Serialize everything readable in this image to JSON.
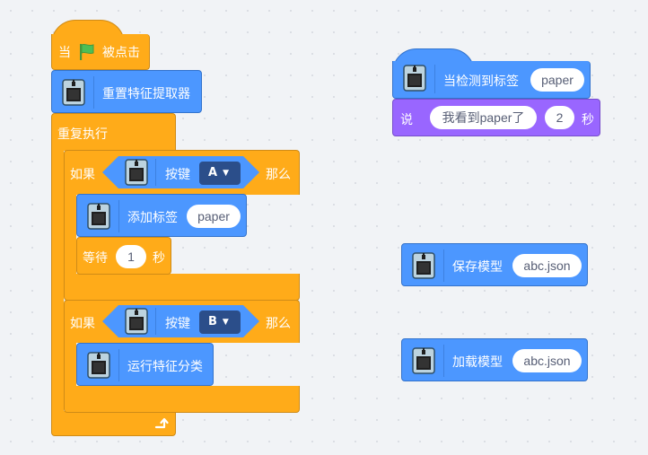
{
  "script_main": {
    "when_flag": {
      "prefix": "当",
      "suffix": "被点击",
      "flag_icon": "green-flag-icon"
    },
    "reset_extractor": {
      "label": "重置特征提取器"
    },
    "forever": {
      "label": "重复执行",
      "loop_icon": "loop-arrow-icon"
    },
    "if_a": {
      "if_label": "如果",
      "then_label": "那么",
      "condition": {
        "label": "按键",
        "key": "A"
      },
      "add_label": {
        "label": "添加标签",
        "value": "paper"
      },
      "wait": {
        "label": "等待",
        "value": "1",
        "unit": "秒"
      }
    },
    "if_b": {
      "if_label": "如果",
      "then_label": "那么",
      "condition": {
        "label": "按键",
        "key": "B"
      },
      "run_classify": {
        "label": "运行特征分类"
      }
    }
  },
  "script_detect": {
    "when_detect": {
      "label": "当检测到标签",
      "value": "paper"
    },
    "say": {
      "label": "说",
      "message": "我看到paper了",
      "seconds": "2",
      "unit": "秒"
    }
  },
  "save_model": {
    "label": "保存模型",
    "value": "abc.json"
  },
  "load_model": {
    "label": "加载模型",
    "value": "abc.json"
  },
  "colors": {
    "events": "#ffab19",
    "control": "#ffab19",
    "extension": "#4c97ff",
    "looks": "#9966ff",
    "dropdown": "#2b4e8a",
    "flag": "#4cbf56"
  }
}
